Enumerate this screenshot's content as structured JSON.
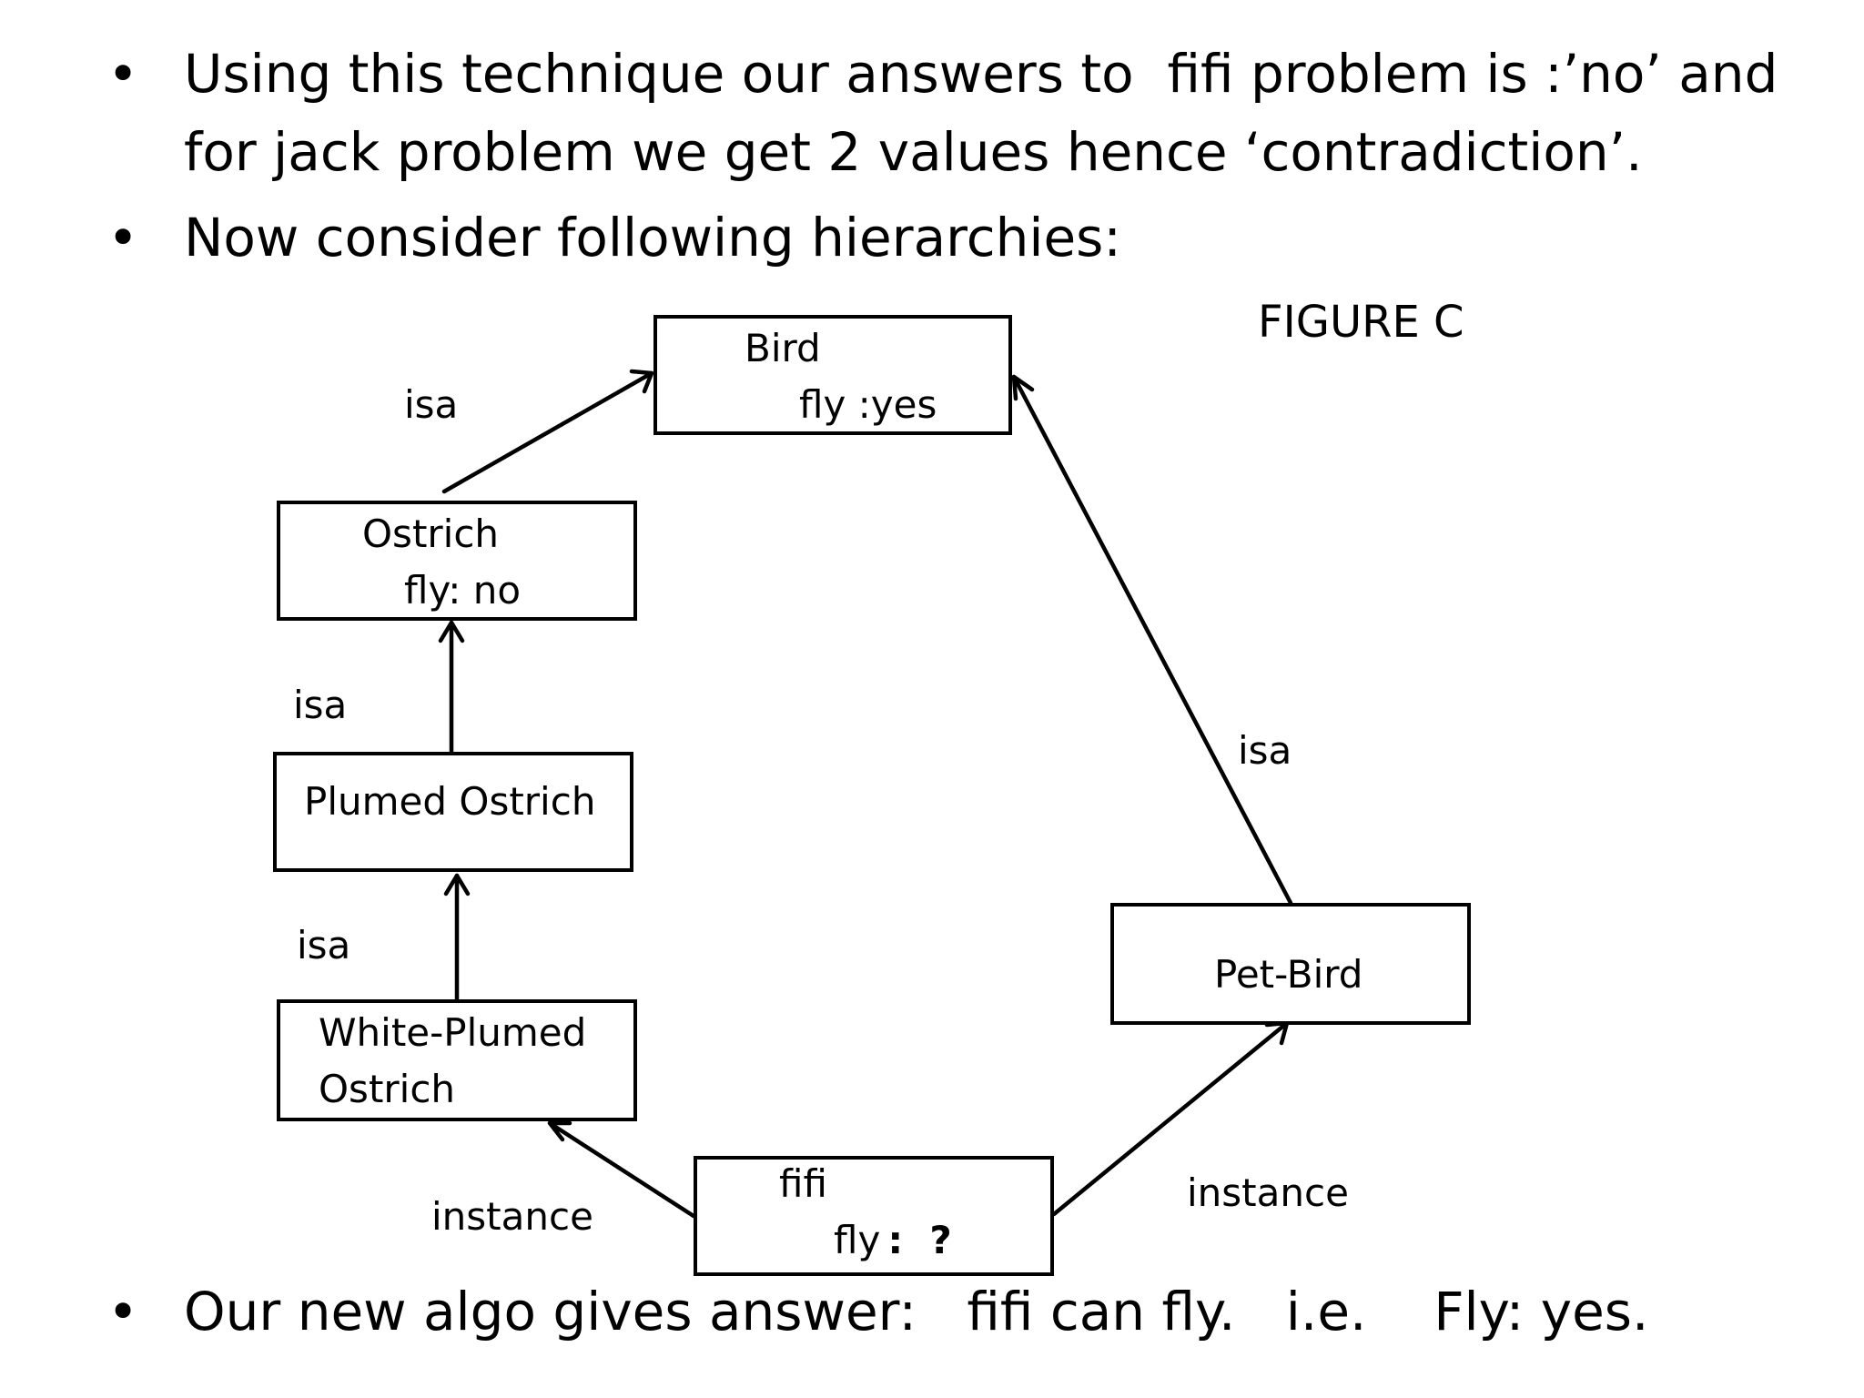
{
  "bullets": [
    {
      "lines": [
        "Using this technique our answers to  fifi problem is :’no’ and",
        "for jack problem we get 2 values hence ‘contradiction’."
      ]
    },
    {
      "lines": [
        "Now consider following hierarchies:"
      ]
    },
    {
      "lines": [
        "Our new algo gives answer:   fifi can fly.   i.e.    Fly: yes."
      ]
    }
  ],
  "bullet_symbol": "•",
  "figure_label": "FIGURE C",
  "nodes": {
    "bird": {
      "name": "Bird",
      "attr": "fly :yes"
    },
    "ostrich": {
      "name": "Ostrich",
      "attr": "fly: no"
    },
    "plumed_ostrich": {
      "name": "Plumed Ostrich"
    },
    "white_plumed_ostrich": {
      "name": "White-Plumed",
      "name2": "Ostrich"
    },
    "pet_bird": {
      "name": "Pet-Bird"
    },
    "fifi": {
      "name": "fifi",
      "attr_prefix": "fly",
      "attr_value": ":  ?"
    }
  },
  "edges": {
    "ostrich_bird": "isa",
    "plumed_ostrich": "isa",
    "white_plumed": "isa",
    "petbird_bird": "isa",
    "fifi_white": "instance",
    "fifi_pet": "instance"
  }
}
